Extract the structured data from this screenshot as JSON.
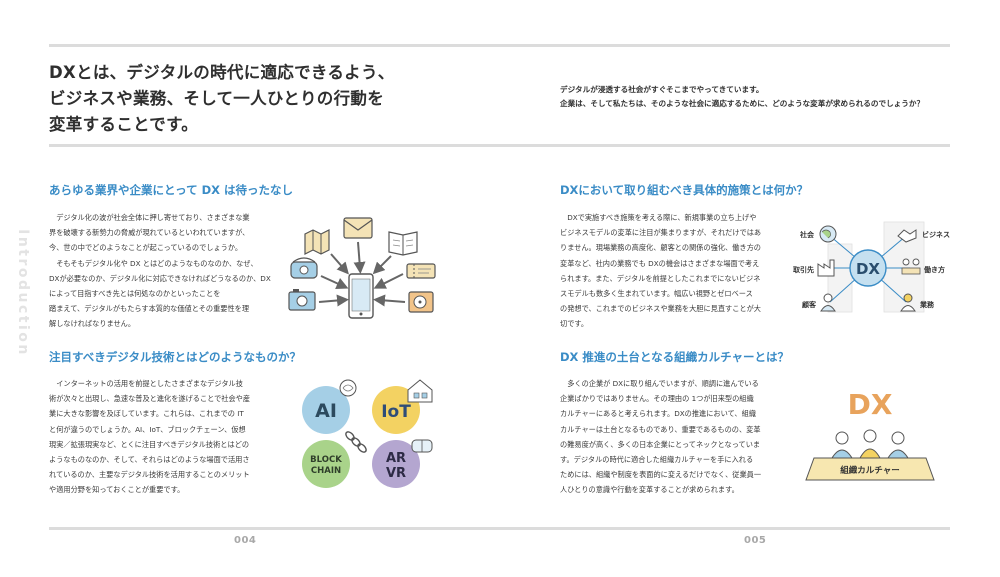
{
  "hero": {
    "title_lines": [
      "DXとは、デジタルの時代に適応できるよう、",
      "ビジネスや業務、そして一人ひとりの行動を",
      "変革することです。"
    ],
    "lead_lines": [
      "デジタルが浸透する社会がすぐそこまでやってきています。",
      "企業は、そして私たちは、そのような社会に適応するために、どのような変革が求められるのでしょうか？"
    ]
  },
  "side_label": "Introduction",
  "sections": {
    "s1": {
      "title": "あらゆる業界や企業にとって DX は待ったなし",
      "body": "　デジタル化の波が社会全体に押し寄せており、さまざまな業\n界を破壊する新勢力の脅威が現れているといわれていますが、\n今、世の中でどのようなことが起こっているのでしょうか。\n　そもそもデジタル化や DX とはどのようなものなのか、なぜ、\nDXが必要なのか、デジタル化に対応できなければどうなるのか、DXによって目指すべき先とは何処なのかといったことを\n踏まえて、デジタルがもたらす本質的な価値とその重要性を理\n解しなければなりません。"
    },
    "s2": {
      "title": "注目すべきデジタル技術とはどのようなものか？",
      "body": "　インターネットの活用を前提としたさまざまなデジタル技\n術が次々と出現し、急速な普及と進化を遂げることで社会や産\n業に大きな影響を及ぼしています。これらは、これまでの IT\nと何が違うのでしょうか。AI、IoT、ブロックチェーン、仮想\n現実／拡張現実など、とくに注目すべきデジタル技術とはどの\nようなものなのか、そして、それらはどのような場面で活用さ\nれているのか、主要なデジタル技術を活用することのメリット\nや適用分野を知っておくことが重要です。",
      "fig": {
        "ai": "AI",
        "iot": "IoT",
        "block1": "BLOCK",
        "block2": "CHAIN",
        "ar": "AR",
        "vr": "VR"
      }
    },
    "s3": {
      "title": "DXにおいて取り組むべき具体的施策とは何か？",
      "body": "　DXで実施すべき施策を考える際に、新規事業の立ち上げや\nビジネスモデルの変革に注目が集まりますが、それだけではあ\nりません。現場業務の高度化、顧客との関係の強化、働き方の\n変革など、社内の業務でも DXの機会はさまざまな場面で考え\nられます。また、デジタルを前提としたこれまでにないビジネ\nスモデルも数多く生まれています。幅広い視野とゼロベース\nの発想で、これまでのビジネスや業務を大胆に見直すことが大\n切です。",
      "fig": {
        "center": "DX",
        "shakai": "社会",
        "business": "ビジネス",
        "torihiki": "取引先",
        "hatarakikata": "働き方",
        "kokyaku": "顧客",
        "gyomu": "業務"
      }
    },
    "s4": {
      "title": "DX 推進の土台となる組織カルチャーとは？",
      "body": "　多くの企業が DXに取り組んでいますが、順調に進んでいる\n企業ばかりではありません。その理由の 1つが旧来型の組織\nカルチャーにあると考えられます。DXの推進において、組織\nカルチャーは土台となるものであり、重要であるものの、変革\nの難易度が高く、多くの日本企業にとってネックとなっていま\nす。デジタルの時代に適合した組織カルチャーを手に入れる\nためには、組織や制度を表面的に変えるだけでなく、従業員一\n人ひとりの意識や行動を変革することが求められます。",
      "fig": {
        "dx": "DX",
        "label": "組織カルチャー"
      }
    }
  },
  "pages": {
    "left": "004",
    "right": "005"
  },
  "colors": {
    "accent": "#3a8cc6",
    "rule": "#dcdcdc",
    "ai": "#a5cfe6",
    "iot": "#f3d262",
    "blockchain": "#a9d38a",
    "arvr": "#b4a6d0",
    "dx_orange": "#e8a35c"
  }
}
